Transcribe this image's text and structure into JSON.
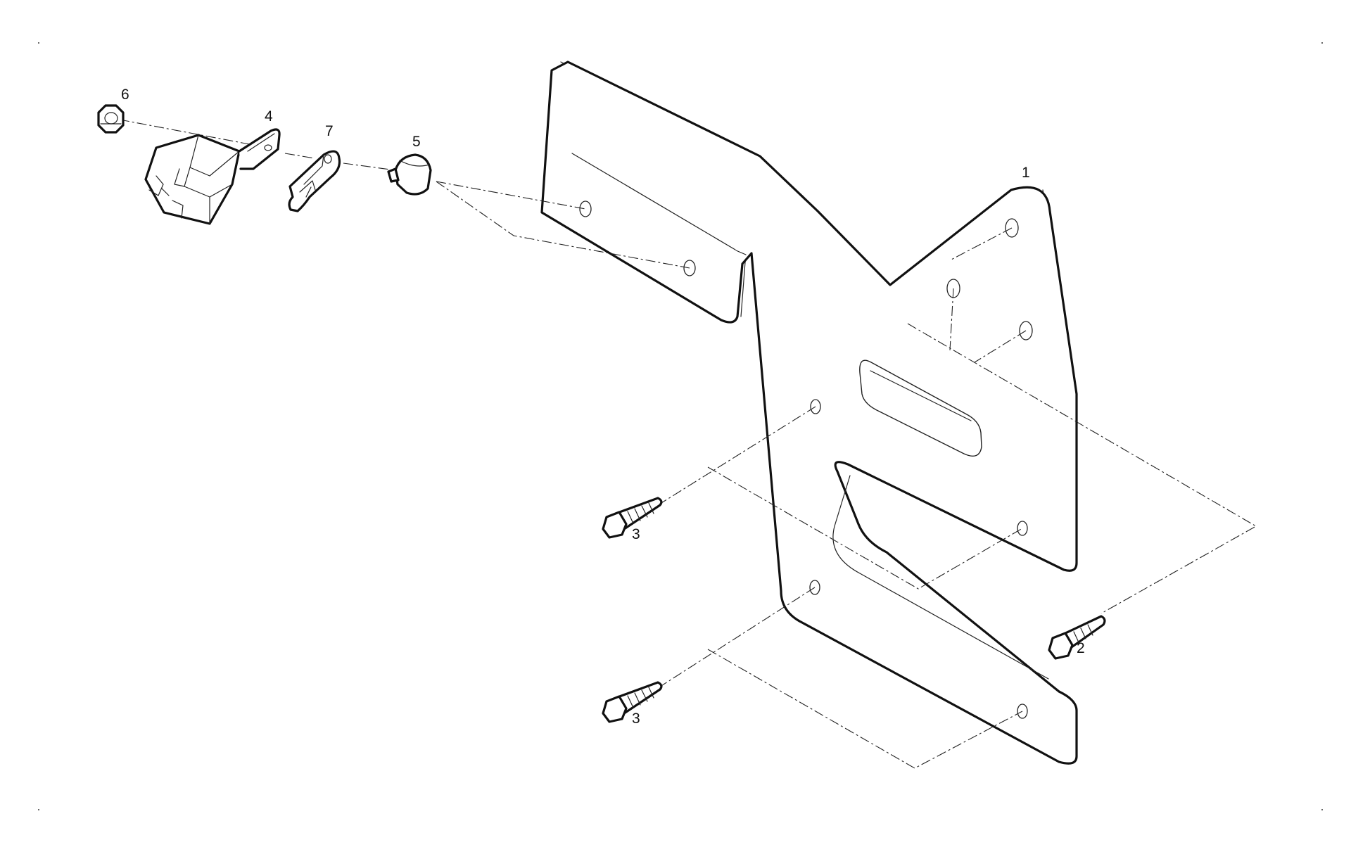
{
  "callouts": {
    "part_1": "1",
    "part_2": "2",
    "part_3a": "3",
    "part_3b": "3",
    "part_4": "4",
    "part_5": "5",
    "part_6": "6",
    "part_7": "7"
  }
}
